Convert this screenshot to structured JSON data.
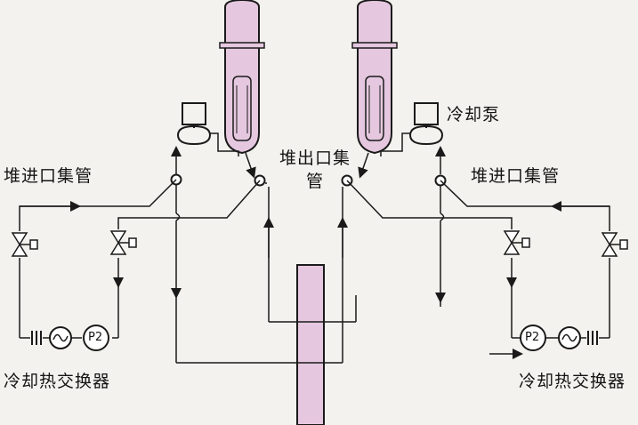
{
  "labels": {
    "inlet_header_left": "堆进口集管",
    "inlet_header_right": "堆进口集管",
    "outlet_header": "堆出口集管",
    "cooling_pump": "冷却泵",
    "heat_exchanger_left": "冷却热交换器",
    "heat_exchanger_right": "冷却热交换器",
    "pump_left": "P2",
    "pump_right": "P2"
  },
  "colors": {
    "vessel_fill": "#e5c8df",
    "line": "#1a1a1a",
    "background": "#f4f2ee"
  },
  "icons": [
    "valve-icon",
    "heat-exchanger-icon",
    "pump-icon",
    "cooling-pump-icon",
    "reactor-vessel-icon",
    "flow-arrow-icon"
  ]
}
